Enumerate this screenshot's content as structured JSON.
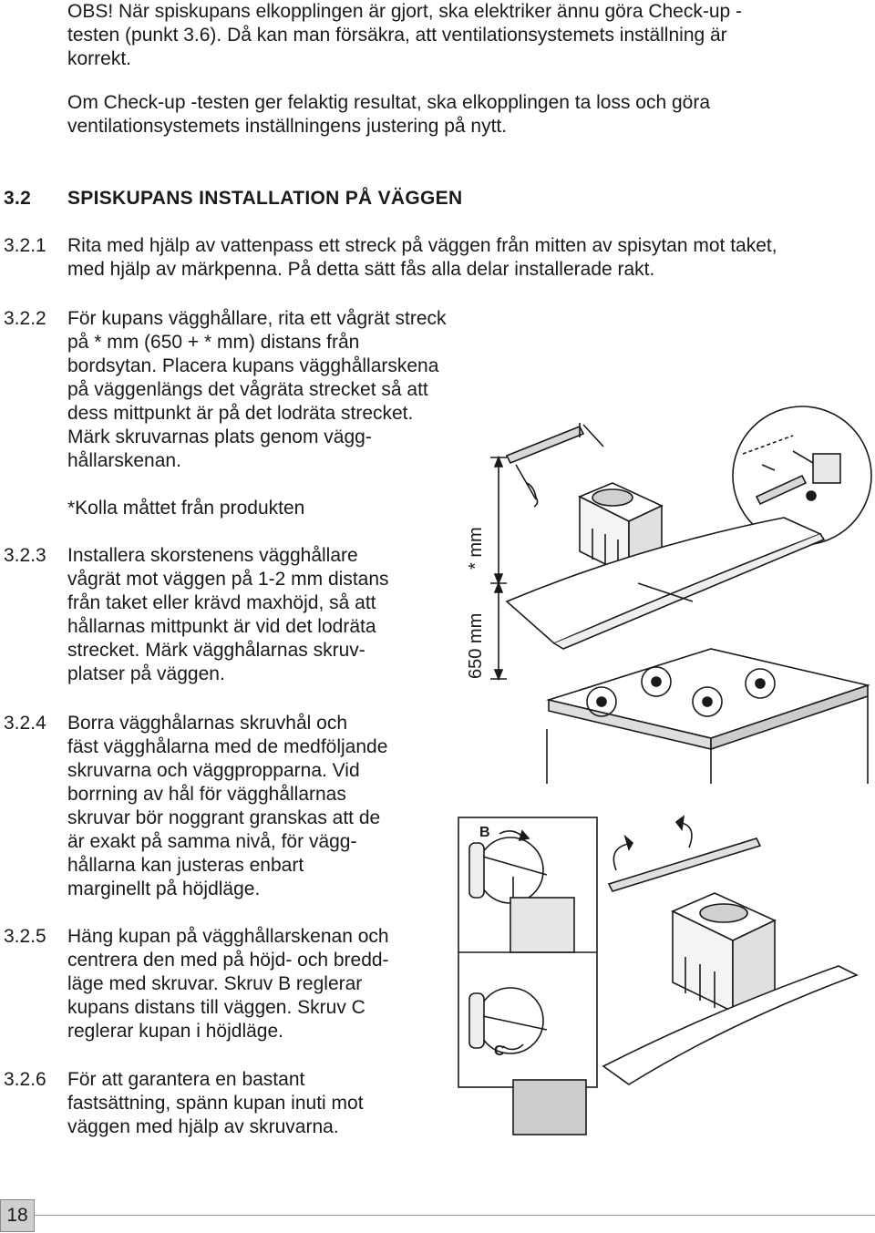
{
  "intro": {
    "p1": [
      "OBS! När spiskupans elkopplingen är gjort, ska elektriker ännu göra Check-up -",
      "testen (punkt 3.6). Då kan man försäkra, att ventilationsystemets inställning är",
      "korrekt."
    ],
    "p2": [
      "Om Check-up -testen ger felaktig resultat, ska elkopplingen ta loss och göra",
      "ventilationsystemets inställningens justering på nytt."
    ]
  },
  "section": {
    "number": "3.2",
    "title": "SPISKUPANS INSTALLATION PÅ VÄGGEN"
  },
  "steps": [
    {
      "num": "3.2.1",
      "lines": [
        "Rita med hjälp av vattenpass ett streck på väggen från mitten av spisytan mot taket,",
        "med hjälp av märkpenna. På detta sätt fås alla delar installerade rakt."
      ]
    },
    {
      "num": "3.2.2",
      "lines": [
        "För kupans vägghållare, rita ett vågrät streck",
        "på * mm (650 + * mm) distans från",
        "bordsytan. Placera kupans vägghållarskena",
        "på väggenlängs det vågräta strecket så att",
        "dess mittpunkt är på det lodräta strecket.",
        "Märk skruvarnas plats genom vägg-",
        "hållarskenan."
      ]
    },
    {
      "num": "3.2.3",
      "lines": [
        "Installera skorstenens vägghållare",
        "vågrät mot väggen på 1-2 mm distans",
        "från taket eller krävd maxhöjd, så att",
        "hållarnas mittpunkt är vid det lodräta",
        "strecket. Märk vägghålarnas skruv-",
        "platser på väggen."
      ]
    },
    {
      "num": "3.2.4",
      "lines": [
        "Borra vägghålarnas skruvhål och",
        "fäst vägghålarna med de medföljande",
        "skruvarna och väggpropparna. Vid",
        "borrning av hål för vägghållarnas",
        "skruvar bör noggrant granskas att de",
        "är exakt på samma nivå, för vägg-",
        "hållarna kan justeras enbart",
        "marginellt på höjdläge."
      ]
    },
    {
      "num": "3.2.5",
      "lines": [
        "Häng kupan på vägghållarskenan och",
        "centrera den med på höjd- och bredd-",
        "läge med skruvar. Skruv B reglerar",
        "kupans distans till väggen. Skruv C",
        "reglerar kupan i höjdläge."
      ]
    },
    {
      "num": "3.2.6",
      "lines": [
        "För att garantera en bastant",
        "fastsättning, spänn kupan inuti mot",
        "väggen med hjälp av skruvarna."
      ]
    }
  ],
  "note": "*Kolla måttet från produkten",
  "figure1": {
    "dim_upper": "* mm",
    "dim_lower": "650 mm"
  },
  "figure2": {
    "label_b": "B",
    "label_c": "C"
  },
  "page_number": "18"
}
